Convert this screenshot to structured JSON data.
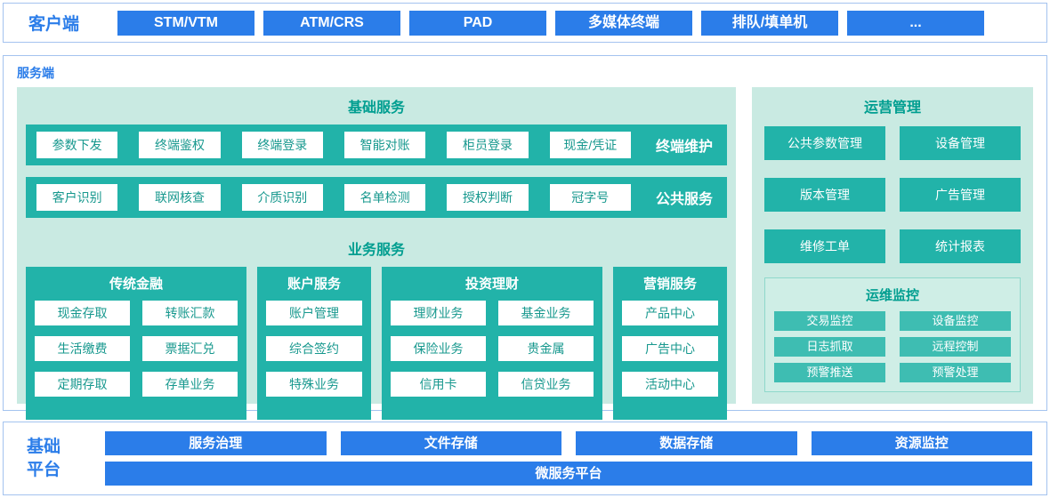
{
  "client": {
    "label": "客户端",
    "items": [
      "STM/VTM",
      "ATM/CRS",
      "PAD",
      "多媒体终端",
      "排队/填单机",
      "..."
    ]
  },
  "server": {
    "label": "服务端",
    "basic": {
      "title": "基础服务",
      "rows": [
        {
          "label": "终端维护",
          "items": [
            "参数下发",
            "终端鉴权",
            "终端登录",
            "智能对账",
            "柜员登录",
            "现金/凭证"
          ]
        },
        {
          "label": "公共服务",
          "items": [
            "客户识别",
            "联网核查",
            "介质识别",
            "名单检测",
            "授权判断",
            "冠字号"
          ]
        }
      ]
    },
    "business": {
      "title": "业务服务",
      "groups": [
        {
          "title": "传统金融",
          "items": [
            "现金存取",
            "转账汇款",
            "生活缴费",
            "票据汇兑",
            "定期存取",
            "存单业务"
          ]
        },
        {
          "title": "账户服务",
          "items": [
            "账户管理",
            "综合签约",
            "特殊业务"
          ]
        },
        {
          "title": "投资理财",
          "items": [
            "理财业务",
            "基金业务",
            "保险业务",
            "贵金属",
            "信用卡",
            "信贷业务"
          ]
        },
        {
          "title": "营销服务",
          "items": [
            "产品中心",
            "广告中心",
            "活动中心"
          ]
        }
      ]
    },
    "operations": {
      "title": "运营管理",
      "items": [
        "公共参数管理",
        "设备管理",
        "版本管理",
        "广告管理",
        "维修工单",
        "统计报表"
      ],
      "monitoring": {
        "title": "运维监控",
        "items": [
          "交易监控",
          "设备监控",
          "日志抓取",
          "远程控制",
          "预警推送",
          "预警处理"
        ]
      }
    }
  },
  "platform": {
    "label": "基础平台",
    "items": [
      "服务治理",
      "文件存储",
      "数据存储",
      "资源监控"
    ],
    "bottom": "微服务平台"
  },
  "colors": {
    "blue": "#2b7de9",
    "teal": "#22b3a9",
    "mint": "#c9eae2",
    "border_blue": "#a4c3ef"
  }
}
